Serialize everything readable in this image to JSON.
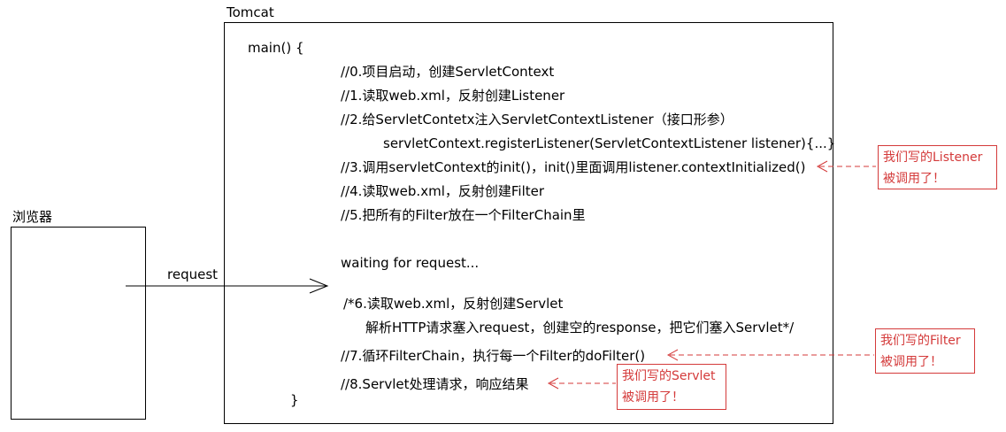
{
  "browser": {
    "title": "浏览器"
  },
  "tomcat": {
    "title": "Tomcat",
    "code": {
      "main_open": "main()  {",
      "step0": "//0.项目启动，创建ServletContext",
      "step1": "//1.读取web.xml，反射创建Listener",
      "step2": "//2.给ServletContetx注入ServletContextListener（接口形参）",
      "step2_detail": "servletContext.registerListener(ServletContextListener listener){...}",
      "step3": "//3.调用servletContext的init()，init()里面调用listener.contextInitialized()",
      "step4": "//4.读取web.xml，反射创建Filter",
      "step5": "//5.把所有的Filter放在一个FilterChain里",
      "waiting": "waiting for request...",
      "step6a": "/*6.读取web.xml，反射创建Servlet",
      "step6b": "解析HTTP请求塞入request，创建空的response，把它们塞入Servlet*/",
      "step7": "//7.循环FilterChain，执行每一个Filter的doFilter()",
      "step8": "//8.Servlet处理请求，响应结果",
      "main_close": "}"
    }
  },
  "request_arrow": {
    "label": "request"
  },
  "notes": {
    "listener": {
      "line1": "我们写的Listener",
      "line2": "被调用了！"
    },
    "filter": {
      "line1": "我们写的Filter",
      "line2": "被调用了！"
    },
    "servlet": {
      "line1": "我们写的Servlet",
      "line2": "被调用了！"
    }
  },
  "colors": {
    "annotation": "#d43a3a",
    "line": "#000000"
  }
}
